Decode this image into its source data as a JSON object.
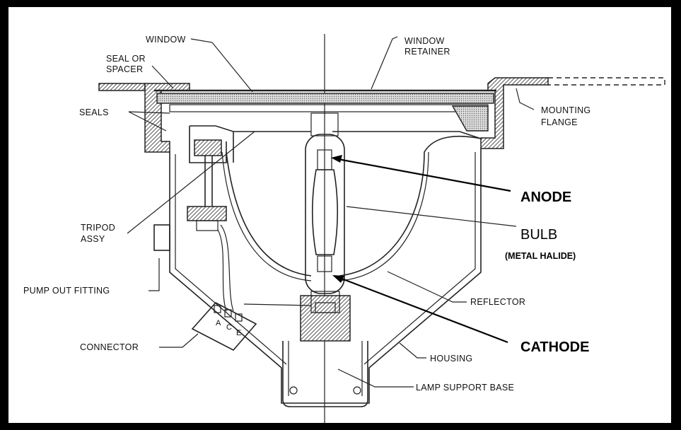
{
  "labels": {
    "window": "WINDOW",
    "window_retainer_1": "WINDOW",
    "window_retainer_2": "RETAINER",
    "seal_or_spacer_1": "SEAL OR",
    "seal_or_spacer_2": "SPACER",
    "seals": "SEALS",
    "mounting_flange_1": "MOUNTING",
    "mounting_flange_2": "FLANGE",
    "tripod_assy_1": "TRIPOD",
    "tripod_assy_2": "ASSY",
    "pump_out_fitting": "PUMP OUT FITTING",
    "connector": "CONNECTOR",
    "reflector": "REFLECTOR",
    "housing": "HOUSING",
    "lamp_support_base": "LAMP SUPPORT BASE",
    "anode": "ANODE",
    "bulb": "BULB",
    "metal_halide": "(METAL HALIDE)",
    "cathode": "CATHODE",
    "conn_a": "A",
    "conn_c": "C",
    "conn_e": "E"
  }
}
